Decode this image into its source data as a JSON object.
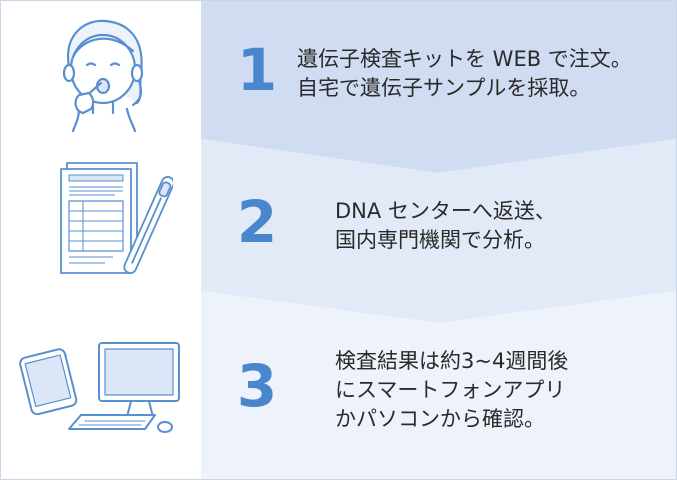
{
  "colors": {
    "band1": "#cfdcf1",
    "band2": "#e2eaf7",
    "band3": "#eef3fb",
    "number": "#4a86cc",
    "icon_line": "#5a8fd0",
    "icon_fill": "#dbe7f6",
    "text": "#2a2a2a"
  },
  "steps": [
    {
      "number": "1",
      "lines": [
        "遺伝子検査キットを WEB で注文。",
        "自宅で遺伝子サンプルを採取。"
      ],
      "illustration": "person-collecting-saliva-icon"
    },
    {
      "number": "2",
      "lines": [
        "DNA センターへ返送、",
        "国内専門機関で分析。"
      ],
      "illustration": "document-and-swab-icon"
    },
    {
      "number": "3",
      "lines": [
        "検査結果は約3~4週間後",
        "にスマートフォンアプリ",
        "かパソコンから確認。"
      ],
      "illustration": "smartphone-and-computer-icon"
    }
  ]
}
